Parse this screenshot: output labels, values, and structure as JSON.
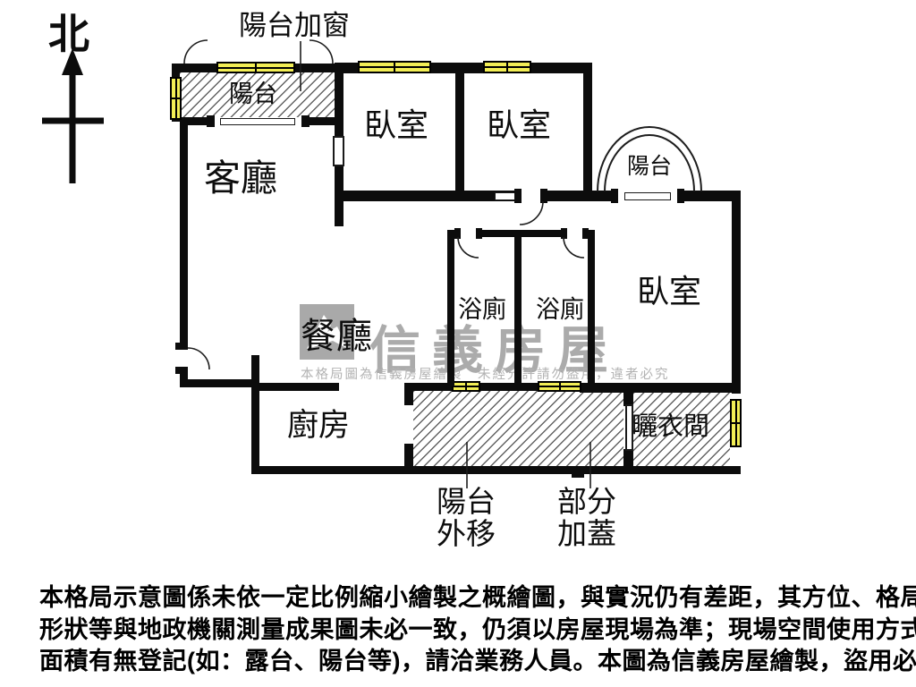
{
  "plan": {
    "north_label": "北",
    "note_balcony_window": "陽台加窗",
    "rooms": {
      "balcony_top": "陽台",
      "living": "客廳",
      "bedroom_a": "臥室",
      "bedroom_b": "臥室",
      "balcony_arc": "陽台",
      "bedroom_c": "臥室",
      "bath_a": "浴廁",
      "bath_b": "浴廁",
      "dining": "餐廳",
      "kitchen": "廚房",
      "drying": "曬衣間"
    },
    "callouts": {
      "balcony_moved_1": "陽台",
      "balcony_moved_2": "外移",
      "partial_cover_1": "部分",
      "partial_cover_2": "加蓋"
    }
  },
  "watermark": {
    "brand": "信義房屋",
    "notice": "本格局圖為信義房屋繪製　未經允許請勿盜用，違者必究"
  },
  "disclaimer": {
    "line1": "本格局示意圖係未依一定比例縮小繪製之概繪圖，與實況仍有差距，其方位、格局、",
    "line2": "形狀等與地政機關測量成果圖未必一致，仍須以房屋現場為準；現場空間使用方式及",
    "line3": "面積有無登記(如：露台、陽台等)，請洽業務人員。本圖為信義房屋繪製，盜用必究。"
  },
  "colors": {
    "wall": "#0c0c0c",
    "window_fill": "#f2ee55",
    "watermark": "#ababab"
  }
}
